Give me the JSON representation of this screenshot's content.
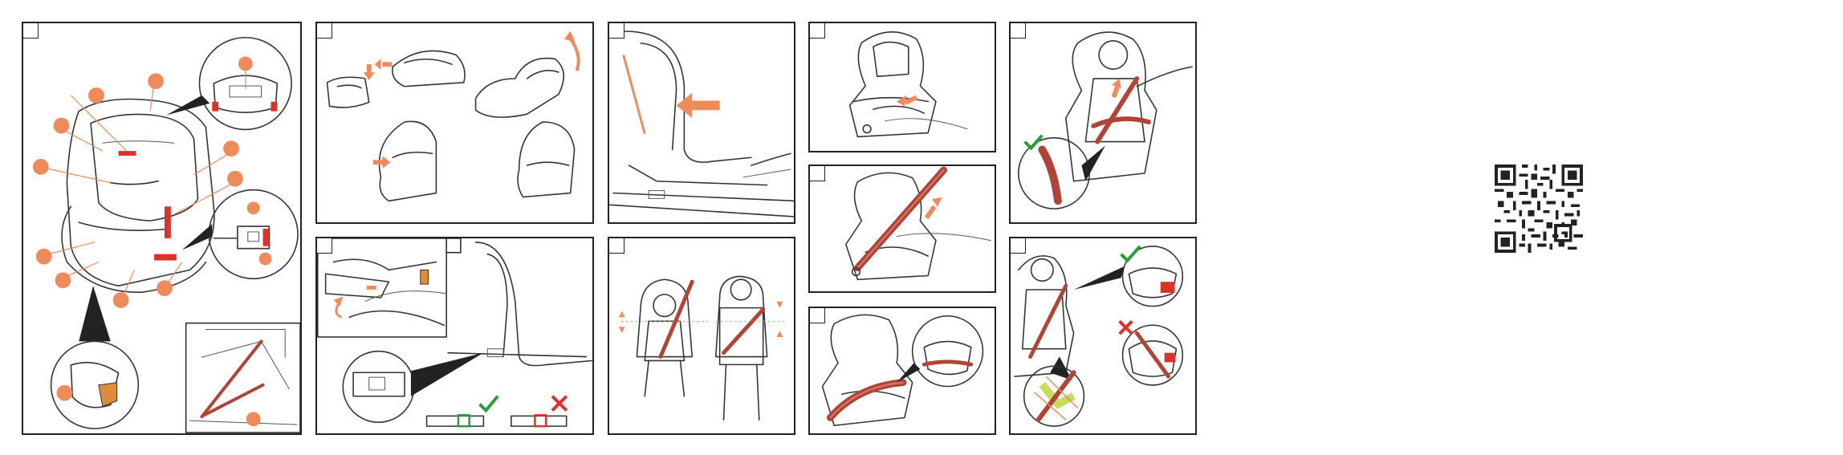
{
  "page": {
    "colors": {
      "accent_orange": "#ef8a5b",
      "belt_red": "#b04437",
      "check_green": "#2a9b3e",
      "cross_red": "#d9332b",
      "outline": "#222222"
    }
  },
  "panels": [
    {
      "id": "overview",
      "icon": "car-seat-parts-overview"
    },
    {
      "id": "assembly",
      "icon": "seat-assembly-steps"
    },
    {
      "id": "isofix-side",
      "icon": "seat-side-isofix"
    },
    {
      "id": "headrest-front",
      "icon": "headrest-adjust"
    },
    {
      "id": "child-belt-upper",
      "icon": "child-belt-adjust"
    },
    {
      "id": "isofix-connect",
      "icon": "isofix-connect-check"
    },
    {
      "id": "child-height",
      "icon": "child-height-fit"
    },
    {
      "id": "belt-routing",
      "icon": "belt-routing"
    },
    {
      "id": "lap-belt",
      "icon": "lap-belt-guide"
    },
    {
      "id": "belt-check",
      "icon": "belt-position-check"
    }
  ],
  "qr": {
    "icon": "qr-code"
  }
}
